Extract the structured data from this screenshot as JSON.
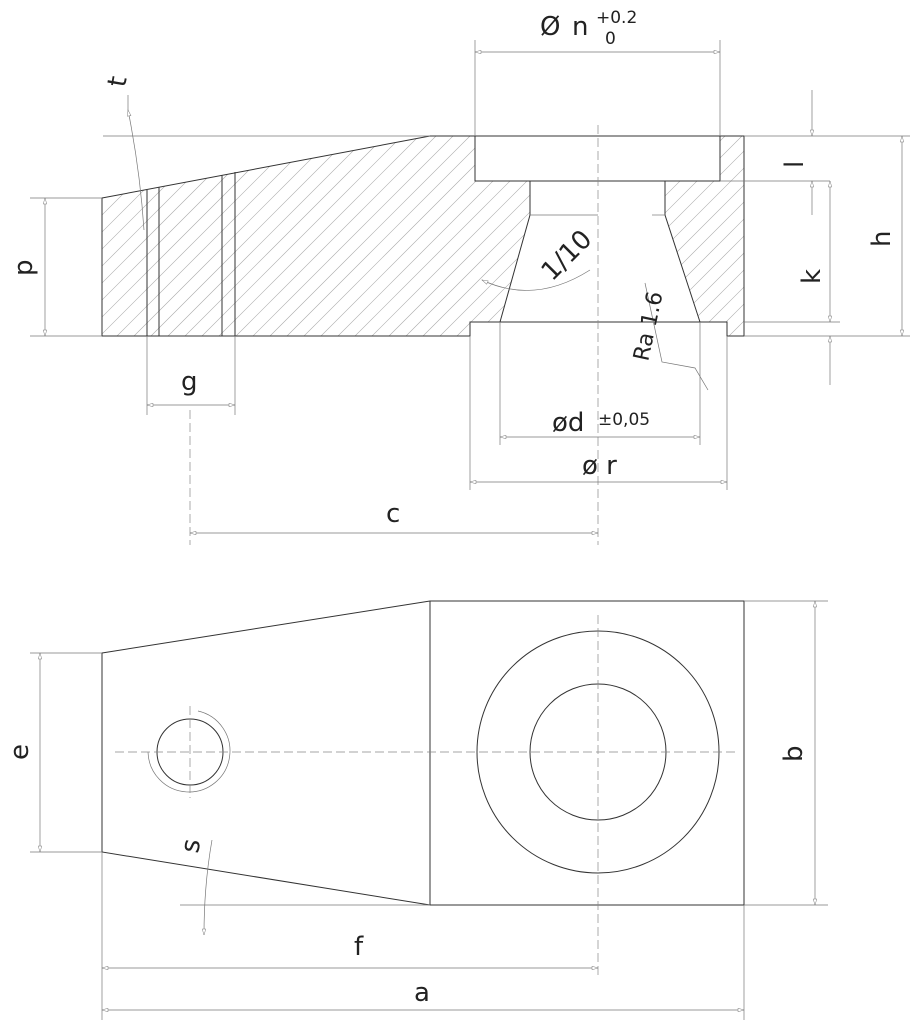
{
  "dimensions": {
    "n_prefix": "Ø",
    "n": "n",
    "n_upper": "+0.2",
    "n_lower": "0",
    "t": "t",
    "l": "l",
    "h": "h",
    "k": "k",
    "p": "p",
    "taper": "1/10",
    "roughness": "Ra 1.6",
    "g": "g",
    "d": "ød",
    "d_tol": "±0,05",
    "r": "ø r",
    "c": "c",
    "e": "e",
    "b": "b",
    "s": "s",
    "f": "f",
    "a": "a"
  }
}
